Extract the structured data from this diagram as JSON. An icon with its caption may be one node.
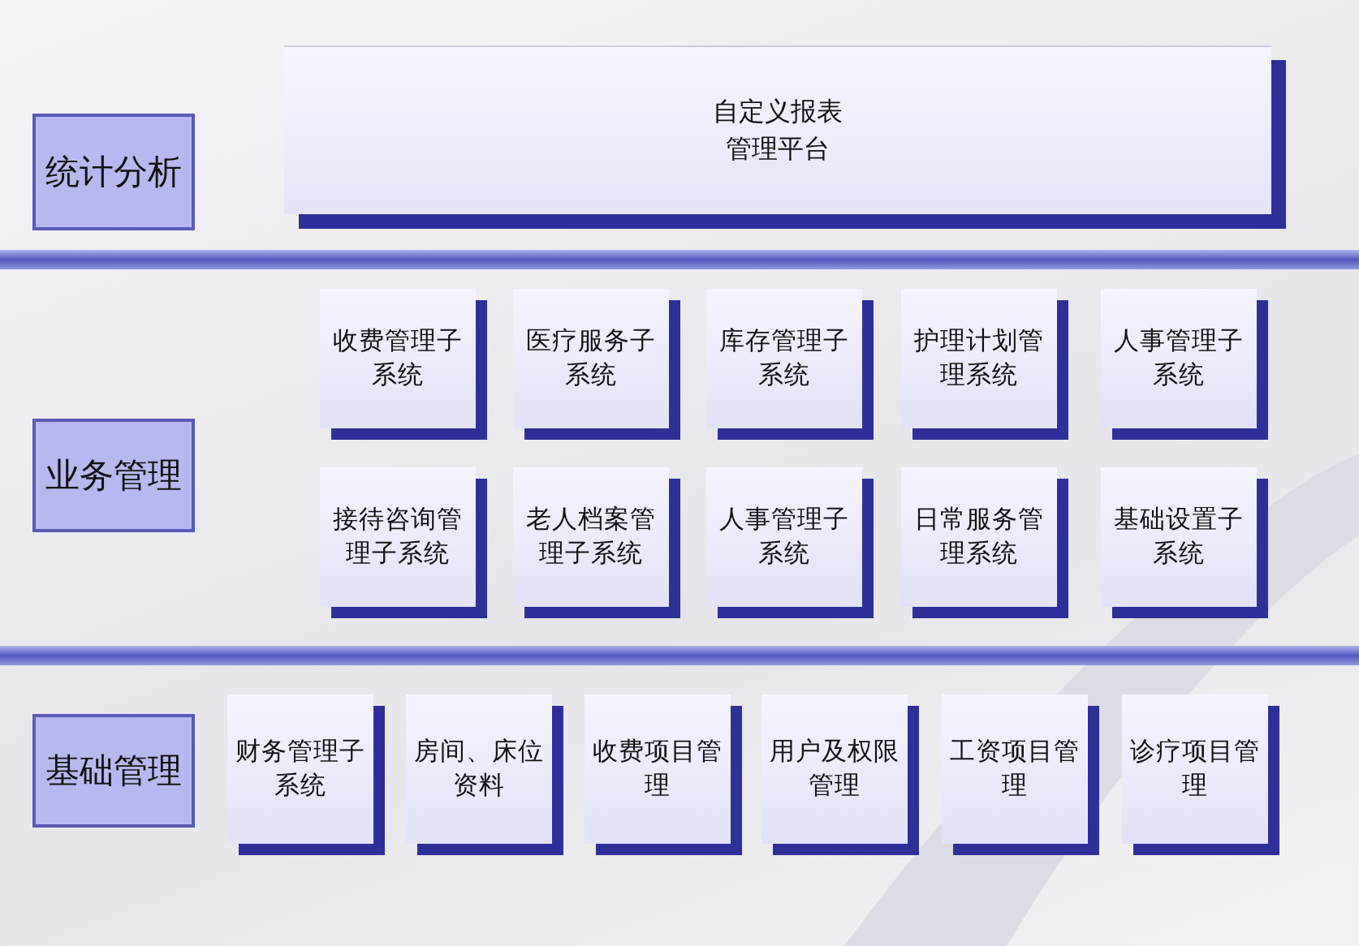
{
  "diagram": {
    "nodes": [
      {
        "text": [
          "统计分析"
        ]
      },
      {
        "text": [
          "自定义报表管理平台"
        ]
      },
      {
        "text": [
          "业务管理"
        ]
      },
      {
        "text": [
          "收费管理子系统"
        ]
      },
      {
        "text": [
          "医疗服务子系统"
        ]
      },
      {
        "text": [
          "库存管理子系统"
        ]
      },
      {
        "text": [
          "护理计划管理系统"
        ]
      },
      {
        "text": [
          "人事管理子系统"
        ]
      },
      {
        "text": [
          "接待咨询管理子系统"
        ]
      },
      {
        "text": [
          "老人档案管理子系统"
        ]
      },
      {
        "text": [
          "人事管理子系统"
        ]
      },
      {
        "text": [
          "日常服务管理系统"
        ]
      },
      {
        "text": [
          "基础设置子系统"
        ]
      },
      {
        "text": [
          "基础管理"
        ]
      },
      {
        "text": [
          "财务管理子系统"
        ]
      },
      {
        "text": [
          "房间、床位资料"
        ]
      },
      {
        "text": [
          "收费项目管理"
        ]
      },
      {
        "text": [
          "用户及权限管理"
        ]
      },
      {
        "text": [
          "工资项目管理"
        ]
      },
      {
        "text": [
          "诊疗项目管理"
        ]
      }
    ],
    "edges": []
  }
}
